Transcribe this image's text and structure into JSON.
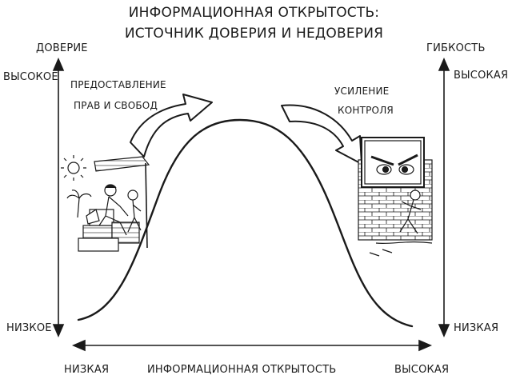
{
  "title": {
    "line1": "Информационная открытость:",
    "line2": "источник доверия и недоверия"
  },
  "left_axis": {
    "name": "Доверие",
    "top": "Высокое",
    "bottom": "Низкое"
  },
  "right_axis": {
    "name": "Гибкость",
    "top": "Высокая",
    "bottom": "Низкая"
  },
  "bottom_axis": {
    "name": "Информационная открытость",
    "left": "Низкая",
    "right": "Высокая"
  },
  "arrows": {
    "left_line1": "Предоставление",
    "left_line2": "прав и свобод",
    "right_line1": "Усиление",
    "right_line2": "контроля"
  },
  "colors": {
    "ink": "#1a1a1a",
    "paper": "#ffffff"
  }
}
